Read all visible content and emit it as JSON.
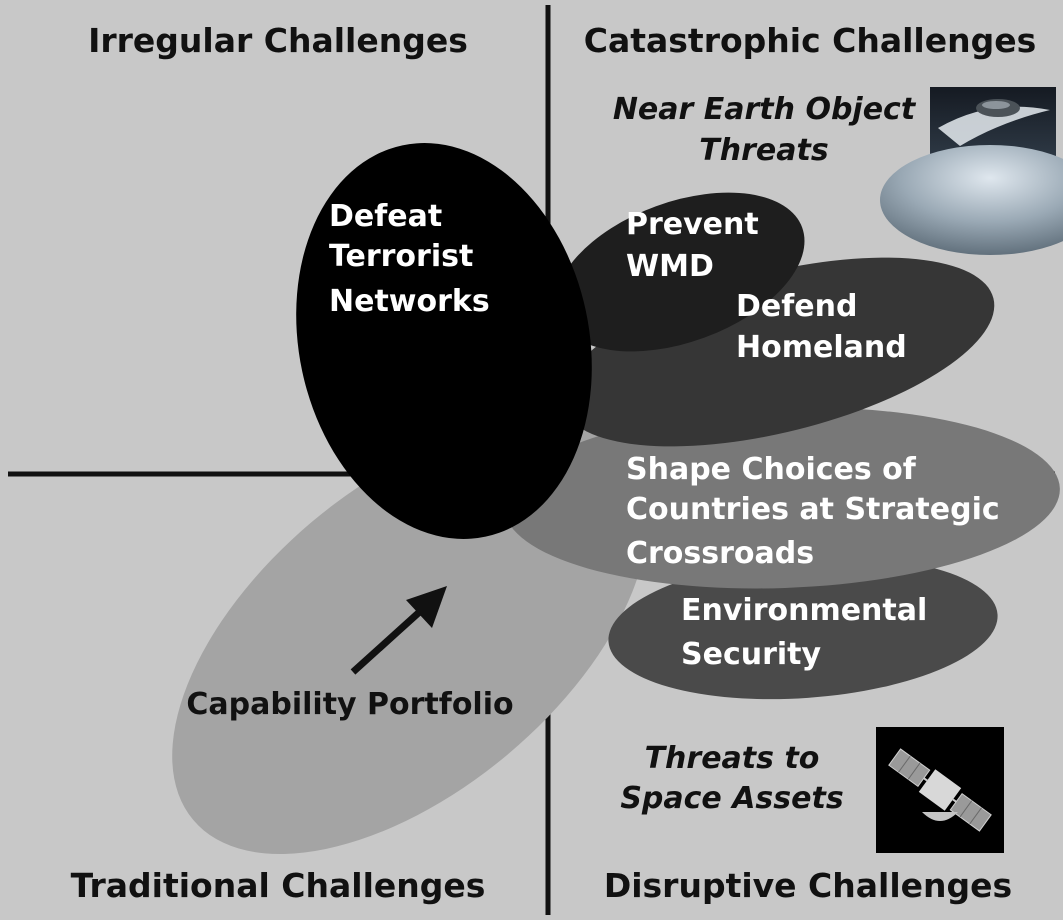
{
  "colors": {
    "background": "#c8c8c8",
    "axis": "#111111",
    "defeat_terrorist": "#000000",
    "prevent_wmd": "#1e1e1e",
    "defend_homeland": "#363636",
    "shape_choices": "#787878",
    "environmental": "#4a4a4a",
    "capability": "#a4a4a4"
  },
  "quadrants": {
    "top_left": "Irregular Challenges",
    "top_right": "Catastrophic Challenges",
    "bottom_left": "Traditional Challenges",
    "bottom_right": "Disruptive Challenges"
  },
  "ellipses": {
    "defeat_terrorist": {
      "line1": "Defeat",
      "line2": "Terrorist",
      "line3": "Networks"
    },
    "prevent_wmd": {
      "line1": "Prevent",
      "line2": "WMD"
    },
    "defend_homeland": {
      "line1": "Defend",
      "line2": "Homeland"
    },
    "shape_choices": {
      "line1": "Shape Choices of",
      "line2": "Countries at Strategic",
      "line3": "Crossroads"
    },
    "environmental": {
      "line1": "Environmental",
      "line2": "Security"
    },
    "capability": {
      "label": "Capability Portfolio"
    }
  },
  "callouts": {
    "neo": {
      "line1": "Near Earth Object",
      "line2": "Threats",
      "icon": "asteroid-impact-icon"
    },
    "space": {
      "line1": "Threats to",
      "line2": "Space Assets",
      "icon": "satellite-icon"
    }
  }
}
